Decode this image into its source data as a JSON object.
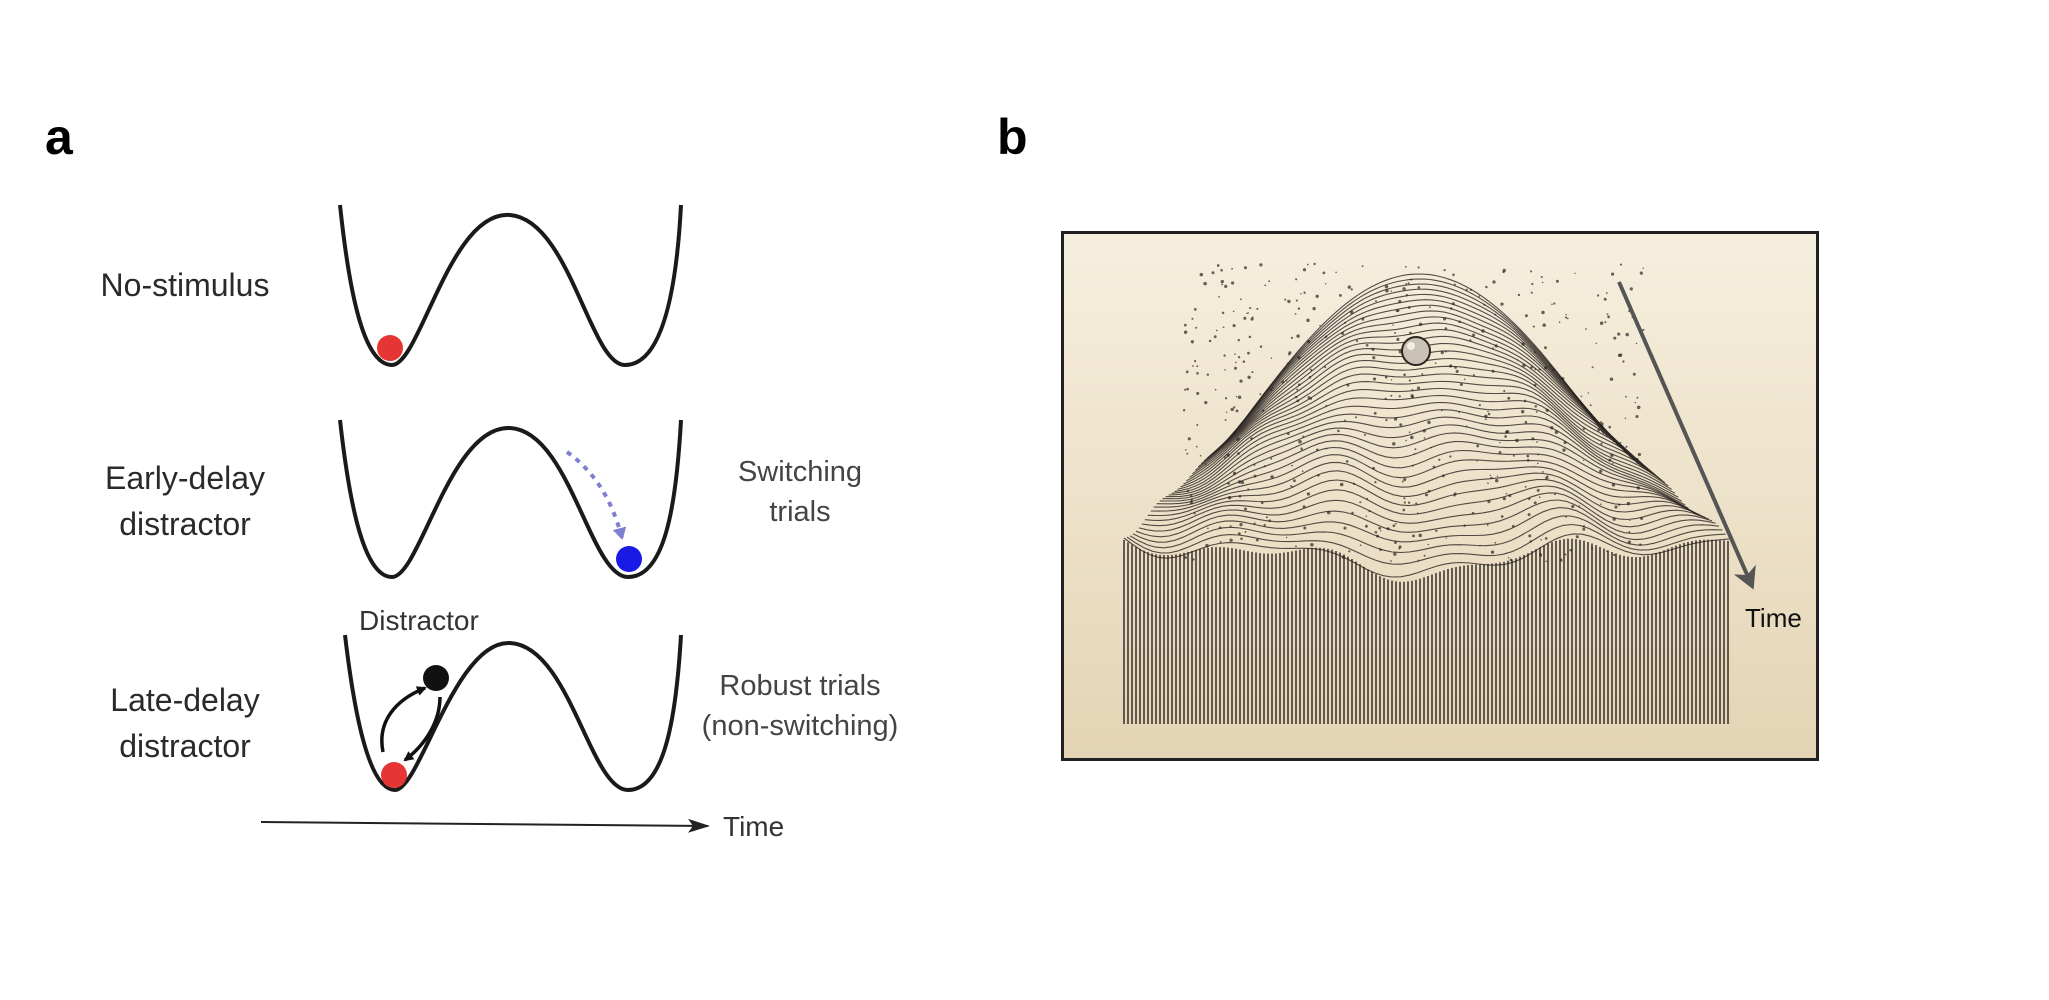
{
  "panel_a": {
    "letter": "a",
    "rows": [
      {
        "label_lines": [
          "No-stimulus"
        ]
      },
      {
        "label_lines": [
          "Early-delay",
          "distractor"
        ]
      },
      {
        "label_lines": [
          "Late-delay",
          "distractor"
        ]
      }
    ],
    "switching_label_lines": [
      "Switching",
      "trials"
    ],
    "robust_label_lines": [
      "Robust trials",
      "(non-switching)"
    ],
    "distractor_label": "Distractor",
    "time_label": "Time",
    "colors": {
      "red_ball": "#e53535",
      "blue_ball": "#1a1ae6",
      "dashed_arrow": "#7f7fd0",
      "curve": "#1a1a1a"
    }
  },
  "panel_b": {
    "letter": "b",
    "time_label": "Time",
    "colors": {
      "background_light": "#f6efde",
      "background_dark": "#e4d4b5",
      "ink": "#2b2420",
      "arrow": "#555555"
    }
  }
}
